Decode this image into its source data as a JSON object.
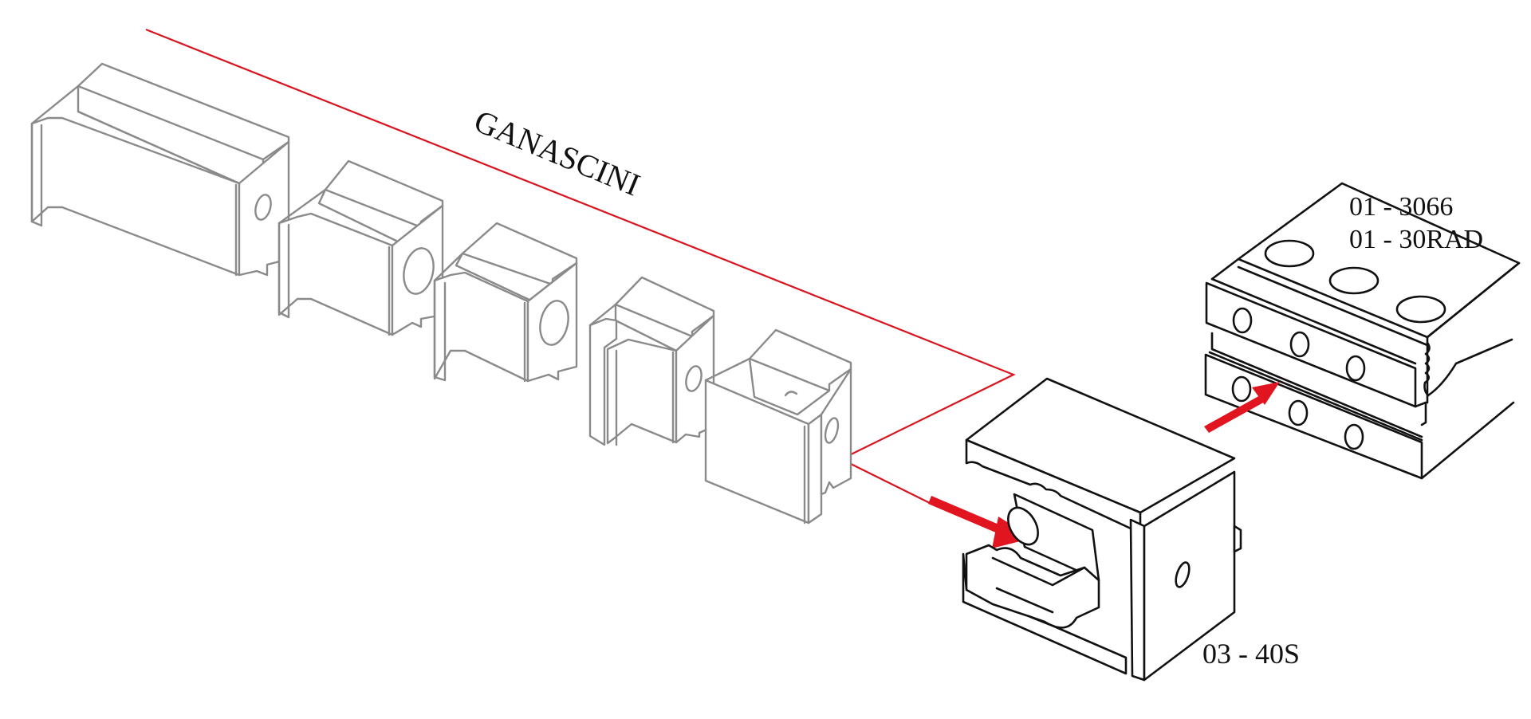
{
  "diagram": {
    "group_label": "GANASCINI",
    "parts": [
      {
        "id": "jaw-1",
        "kind": "ganascino"
      },
      {
        "id": "jaw-2",
        "kind": "ganascino"
      },
      {
        "id": "jaw-3",
        "kind": "ganascino"
      },
      {
        "id": "jaw-4",
        "kind": "ganascino"
      },
      {
        "id": "jaw-5",
        "kind": "ganascino"
      }
    ],
    "carrier_label": "03 - 40S",
    "rail_labels": [
      "01 - 3066",
      "01 - 30RAD"
    ]
  },
  "colors": {
    "leader_line": "#d9141e",
    "arrow": "#e01520",
    "ghost_parts": "#8a8a8a",
    "main_parts": "#111111"
  }
}
